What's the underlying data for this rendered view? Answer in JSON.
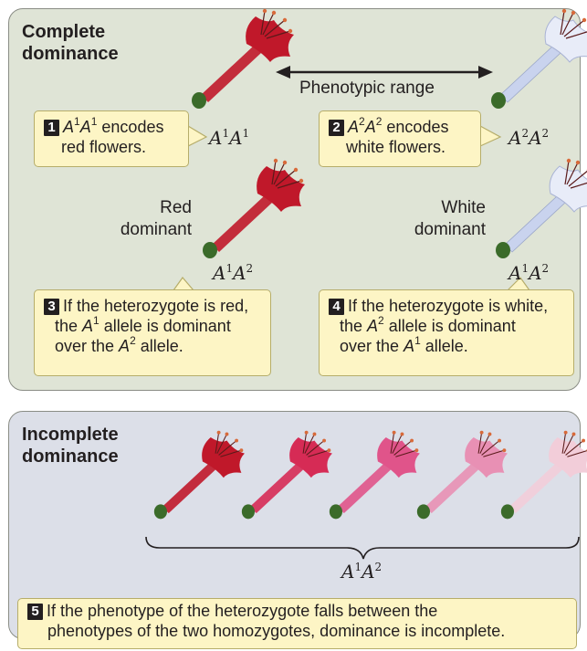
{
  "complete": {
    "title": [
      "Complete",
      "dominance"
    ],
    "range_label": "Phenotypic range",
    "notes": [
      {
        "num": "1",
        "lines": [
          [
            "A",
            "1",
            "A",
            "1",
            " encodes"
          ],
          "red flowers."
        ]
      },
      {
        "num": "2",
        "lines": [
          [
            "A",
            "2",
            "A",
            "2",
            " encodes"
          ],
          "white flowers."
        ]
      }
    ],
    "genotypes": {
      "homo_red": {
        "a": "A",
        "b": "1",
        "c": "A",
        "d": "1"
      },
      "homo_white": {
        "a": "A",
        "b": "2",
        "c": "A",
        "d": "2"
      },
      "het_left": {
        "a": "A",
        "b": "1",
        "c": "A",
        "d": "2"
      },
      "het_right": {
        "a": "A",
        "b": "1",
        "c": "A",
        "d": "2"
      }
    },
    "red_dominant": [
      "Red",
      "dominant"
    ],
    "white_dominant": [
      "White",
      "dominant"
    ],
    "note3": {
      "num": "3",
      "l1": "If the heterozygote is red,",
      "l2a": "the ",
      "l2b": "A",
      "l2c": "1",
      "l2d": " allele is dominant",
      "l3a": "over the ",
      "l3b": "A",
      "l3c": "2",
      "l3d": " allele."
    },
    "note4": {
      "num": "4",
      "l1": "If the heterozygote is white,",
      "l2a": "the ",
      "l2b": "A",
      "l2c": "2",
      "l2d": " allele is dominant",
      "l3a": "over the ",
      "l3b": "A",
      "l3c": "1",
      "l3d": " allele."
    }
  },
  "incomplete": {
    "title": [
      "Incomplete",
      "dominance"
    ],
    "genotype": {
      "a": "A",
      "b": "1",
      "c": "A",
      "d": "2"
    },
    "note5": {
      "num": "5",
      "l1": "If the phenotype of the heterozygote falls between the",
      "l2": "phenotypes of the two homozygotes, dominance is incomplete."
    }
  },
  "colors": {
    "red": "#c0182a",
    "white": "#e8ecf8",
    "gradient": [
      "#c0182a",
      "#d62b55",
      "#e0548a",
      "#e890b4",
      "#f2cdd9"
    ],
    "stem_red": "#8e1420",
    "calyx": "#3b6b2a"
  }
}
